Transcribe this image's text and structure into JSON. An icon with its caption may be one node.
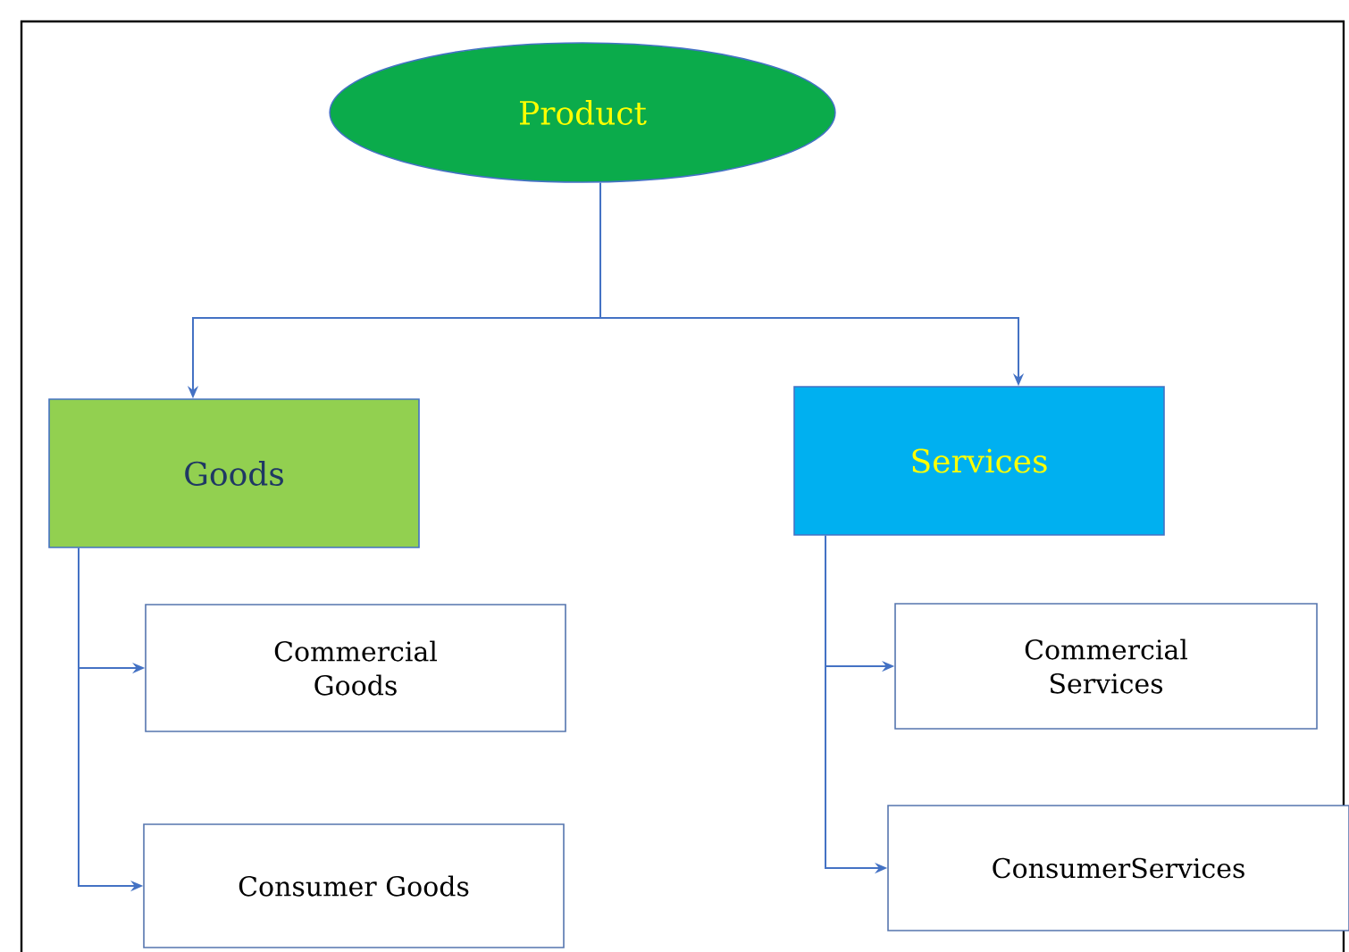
{
  "diagram": {
    "nodes": [
      {
        "text": [
          "Product"
        ]
      },
      {
        "text": [
          "Goods"
        ]
      },
      {
        "text": [
          "Services"
        ]
      },
      {
        "text": [
          "Commercial Goods"
        ]
      },
      {
        "text": [
          "Consumer Goods"
        ]
      },
      {
        "text": [
          "Commercial Services"
        ]
      },
      {
        "text": [
          "ConsumerServices"
        ]
      }
    ],
    "edges": [
      {
        "from": 0,
        "to": 1,
        "arrow": "to"
      },
      {
        "from": 0,
        "to": 2,
        "arrow": "to"
      },
      {
        "from": 1,
        "to": 3,
        "arrow": "to"
      },
      {
        "from": 1,
        "to": 4,
        "arrow": "to"
      },
      {
        "from": 2,
        "to": 5,
        "arrow": "to"
      },
      {
        "from": 2,
        "to": 6,
        "arrow": "to"
      }
    ]
  }
}
